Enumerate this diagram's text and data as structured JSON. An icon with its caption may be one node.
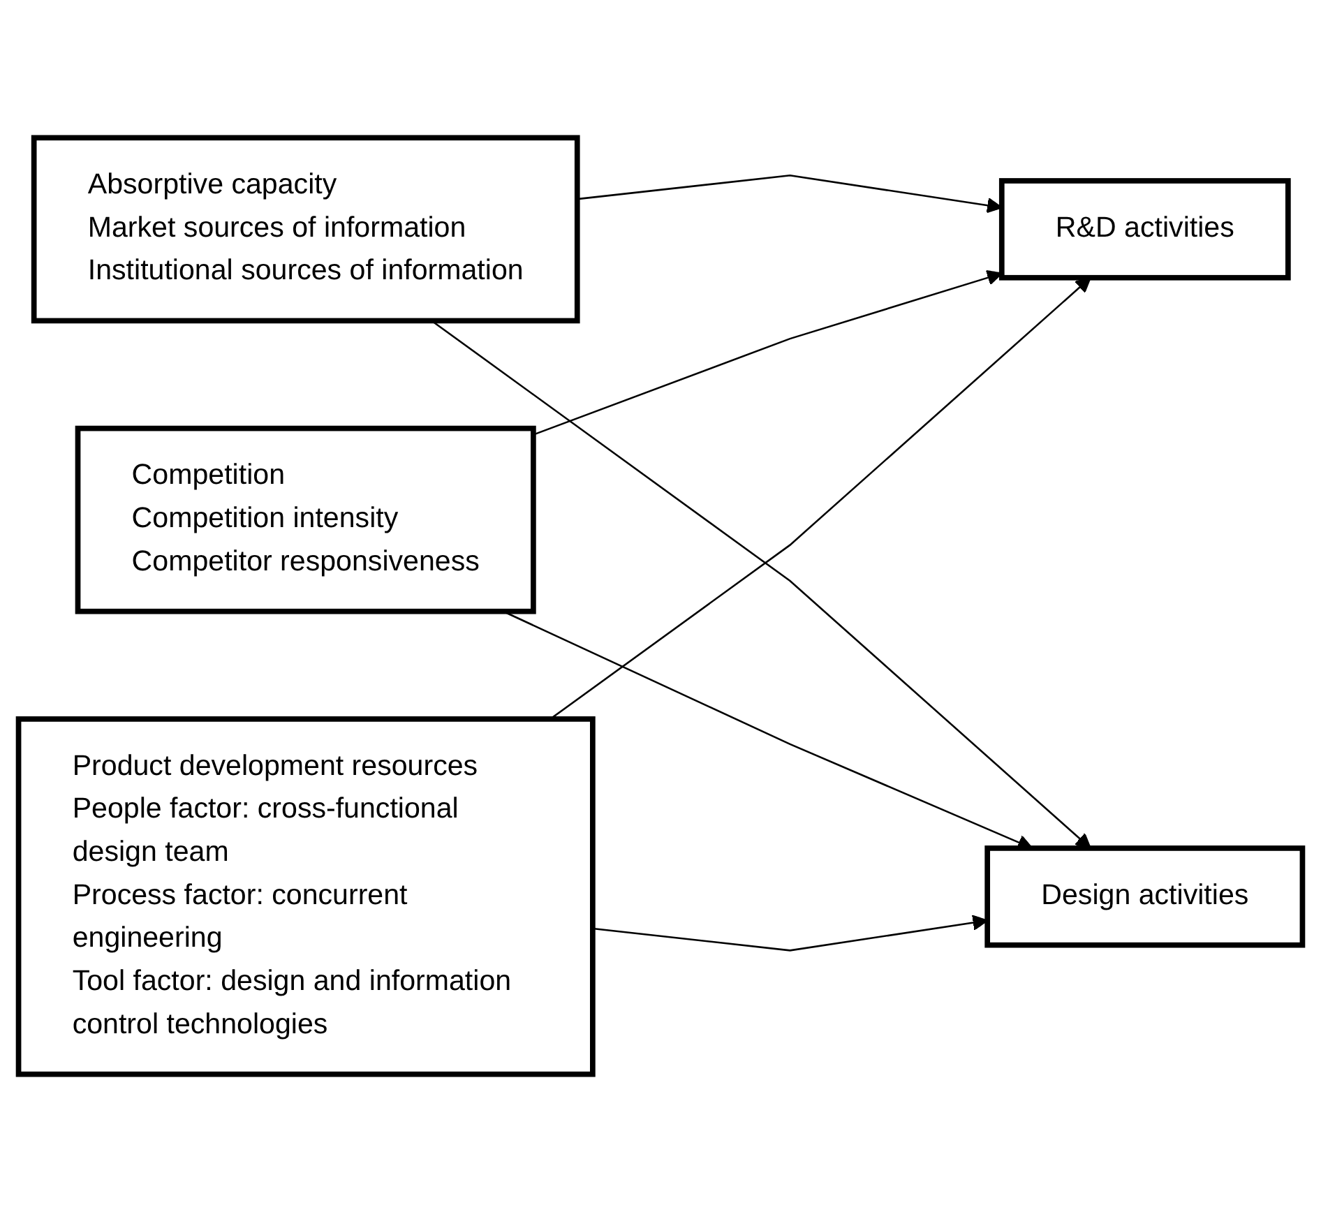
{
  "diagram": {
    "nodes": [
      {
        "text": [
          "Absorptive capacity",
          "Market sources of information",
          "Institutional sources of information"
        ]
      },
      {
        "text": [
          "Competition",
          "Competition intensity",
          "Competitor responsiveness"
        ]
      },
      {
        "text": [
          "Product development resources",
          "People factor: cross-functional design team",
          "Process factor: concurrent engineering",
          "Tool factor: design and information control technologies"
        ]
      },
      {
        "text": [
          "R&D activities"
        ]
      },
      {
        "text": [
          "Design activities"
        ]
      }
    ],
    "edges": [
      {
        "from": 0,
        "to": 3,
        "arrow": "to"
      },
      {
        "from": 0,
        "to": 4,
        "arrow": "to"
      },
      {
        "from": 1,
        "to": 3,
        "arrow": "to"
      },
      {
        "from": 1,
        "to": 4,
        "arrow": "to"
      },
      {
        "from": 2,
        "to": 3,
        "arrow": "to"
      },
      {
        "from": 2,
        "to": 4,
        "arrow": "to"
      }
    ]
  }
}
